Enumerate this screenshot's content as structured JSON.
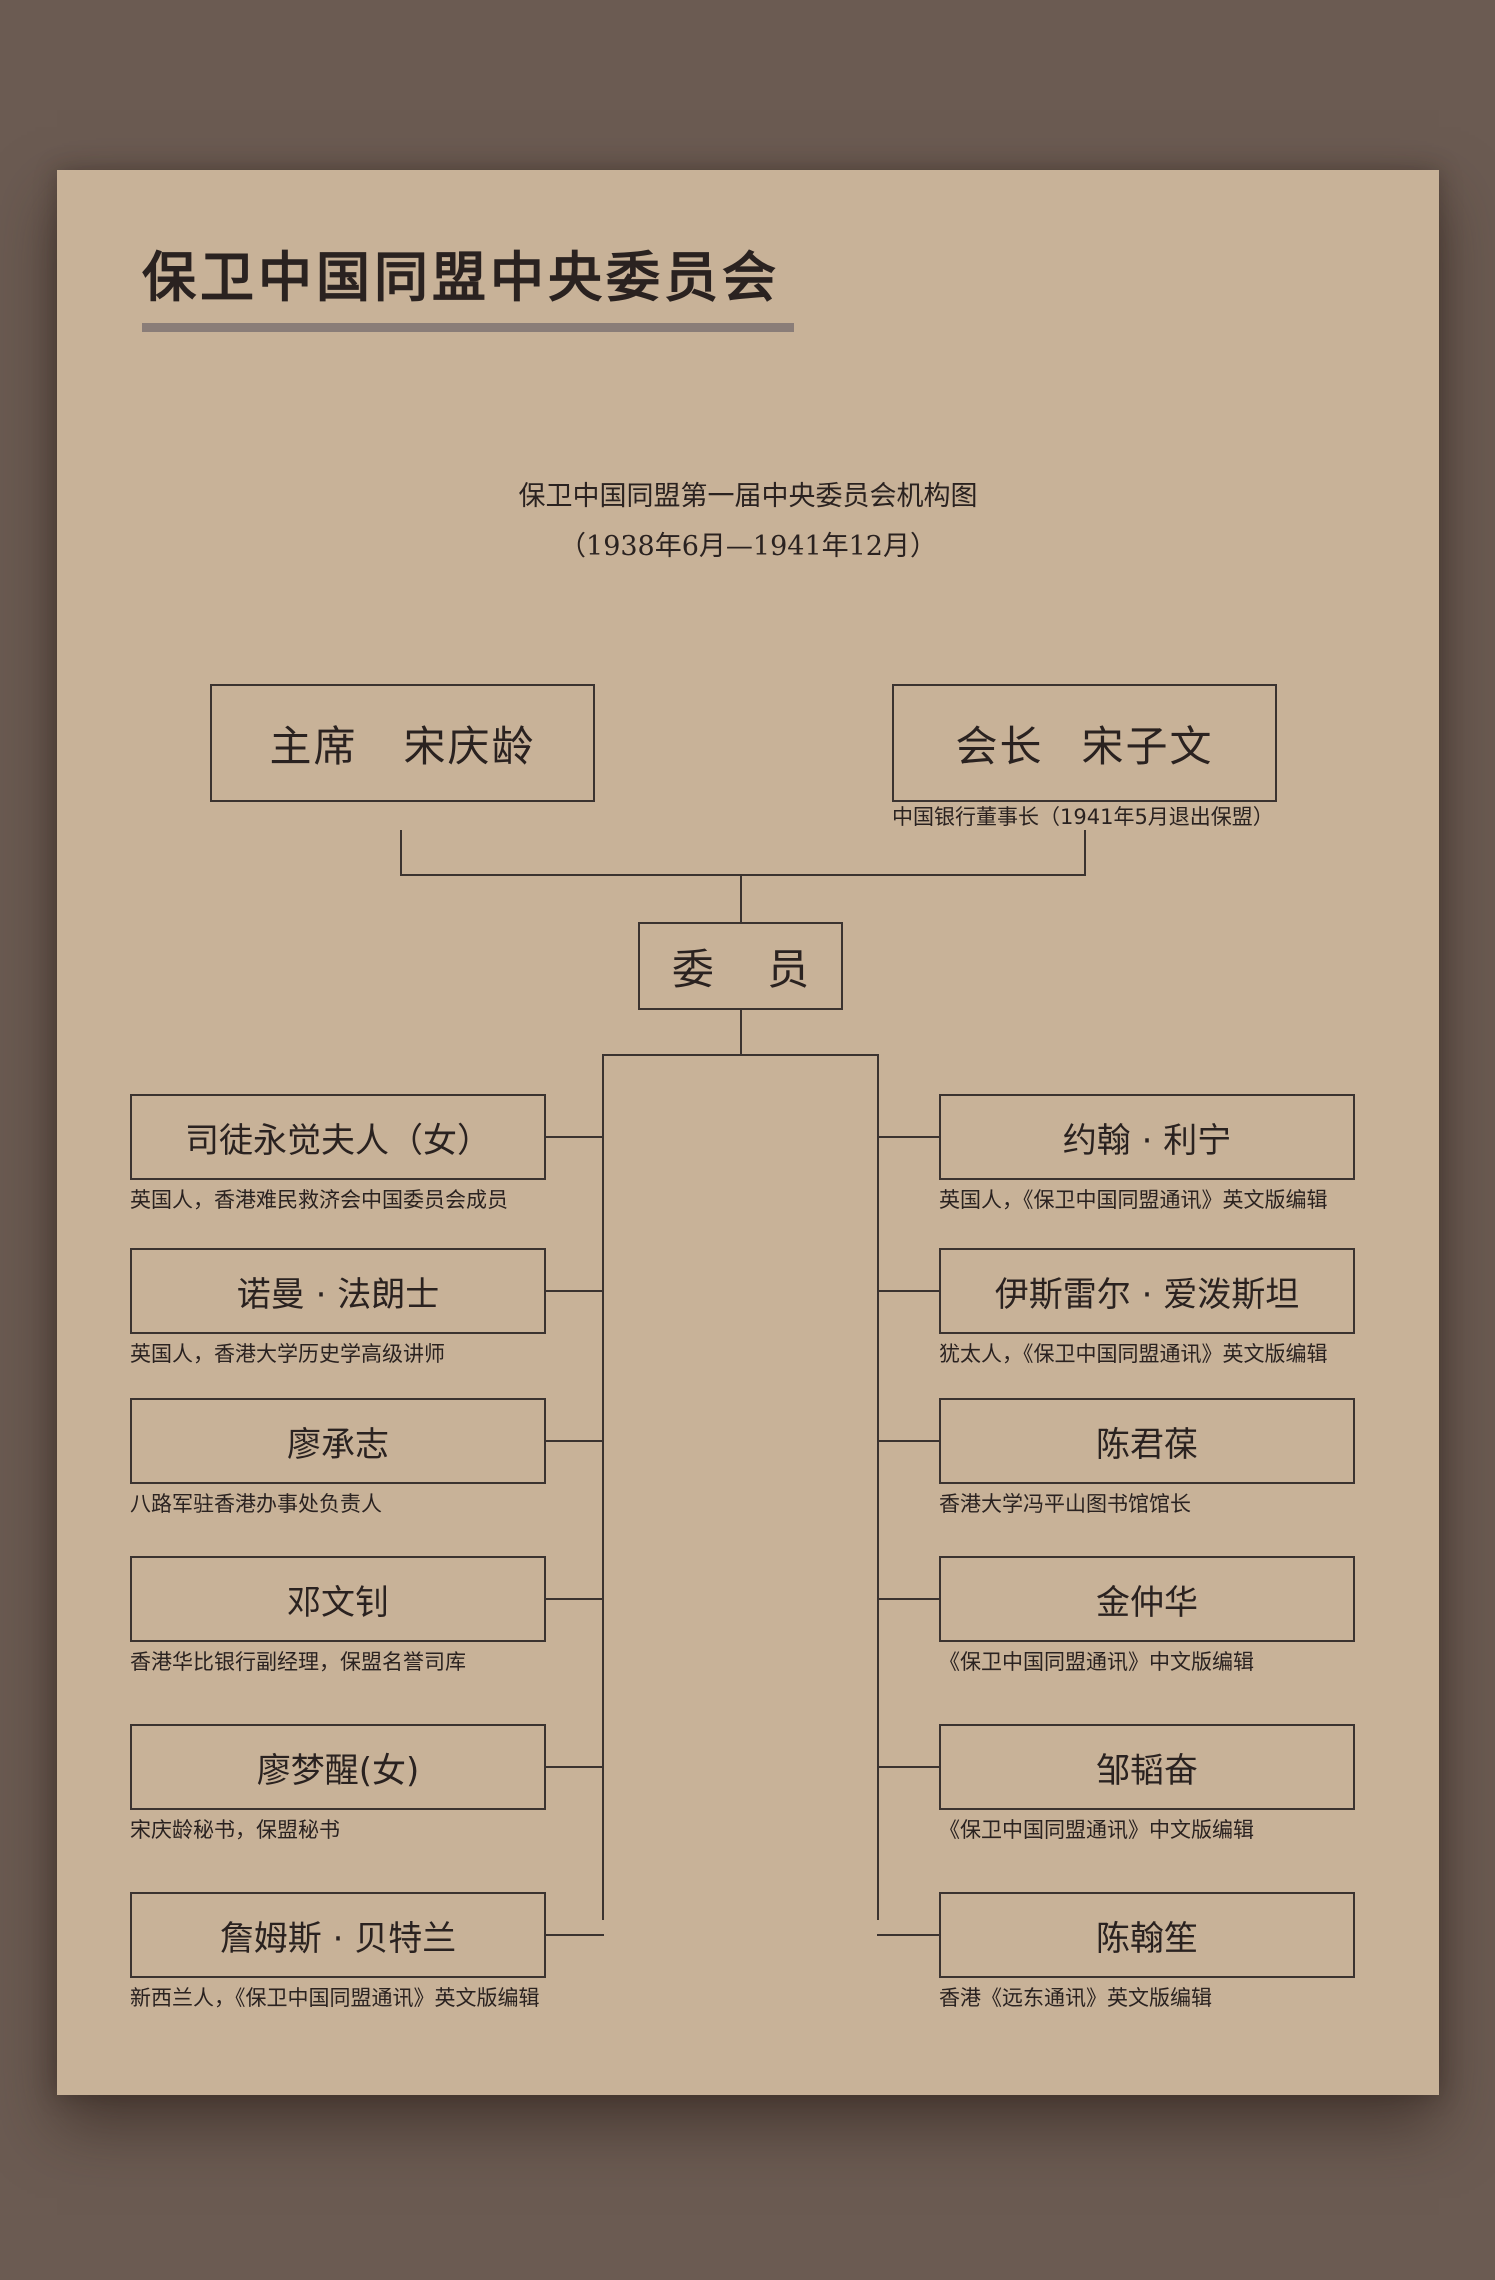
{
  "title": "保卫中国同盟中央委员会",
  "subtitle": "保卫中国同盟第一届中央委员会机构图",
  "period": "（1938年6月—1941年12月）",
  "chairman": {
    "role": "主席",
    "name": "宋庆龄"
  },
  "president": {
    "role": "会长",
    "name": "宋子文",
    "note": "中国银行董事长（1941年5月退出保盟）"
  },
  "committee_label": "委 员",
  "left_members": [
    {
      "name": "司徒永觉夫人（女）",
      "note": "英国人，香港难民救济会中国委员会成员"
    },
    {
      "name": "诺曼 · 法朗士",
      "note": "英国人，香港大学历史学高级讲师"
    },
    {
      "name": "廖承志",
      "note": "八路军驻香港办事处负责人"
    },
    {
      "name": "邓文钊",
      "note": "香港华比银行副经理，保盟名誉司库"
    },
    {
      "name": "廖梦醒(女)",
      "note": "宋庆龄秘书，保盟秘书"
    },
    {
      "name": "詹姆斯 · 贝特兰",
      "note": "新西兰人，《保卫中国同盟通讯》英文版编辑"
    }
  ],
  "right_members": [
    {
      "name": "约翰 · 利宁",
      "note": "英国人，《保卫中国同盟通讯》英文版编辑"
    },
    {
      "name": "伊斯雷尔 · 爱泼斯坦",
      "note": "犹太人，《保卫中国同盟通讯》英文版编辑"
    },
    {
      "name": "陈君葆",
      "note": "香港大学冯平山图书馆馆长"
    },
    {
      "name": "金仲华",
      "note": "《保卫中国同盟通讯》中文版编辑"
    },
    {
      "name": "邹韬奋",
      "note": "《保卫中国同盟通讯》中文版编辑"
    },
    {
      "name": "陈翰笙",
      "note": "香港《远东通讯》英文版编辑"
    }
  ]
}
